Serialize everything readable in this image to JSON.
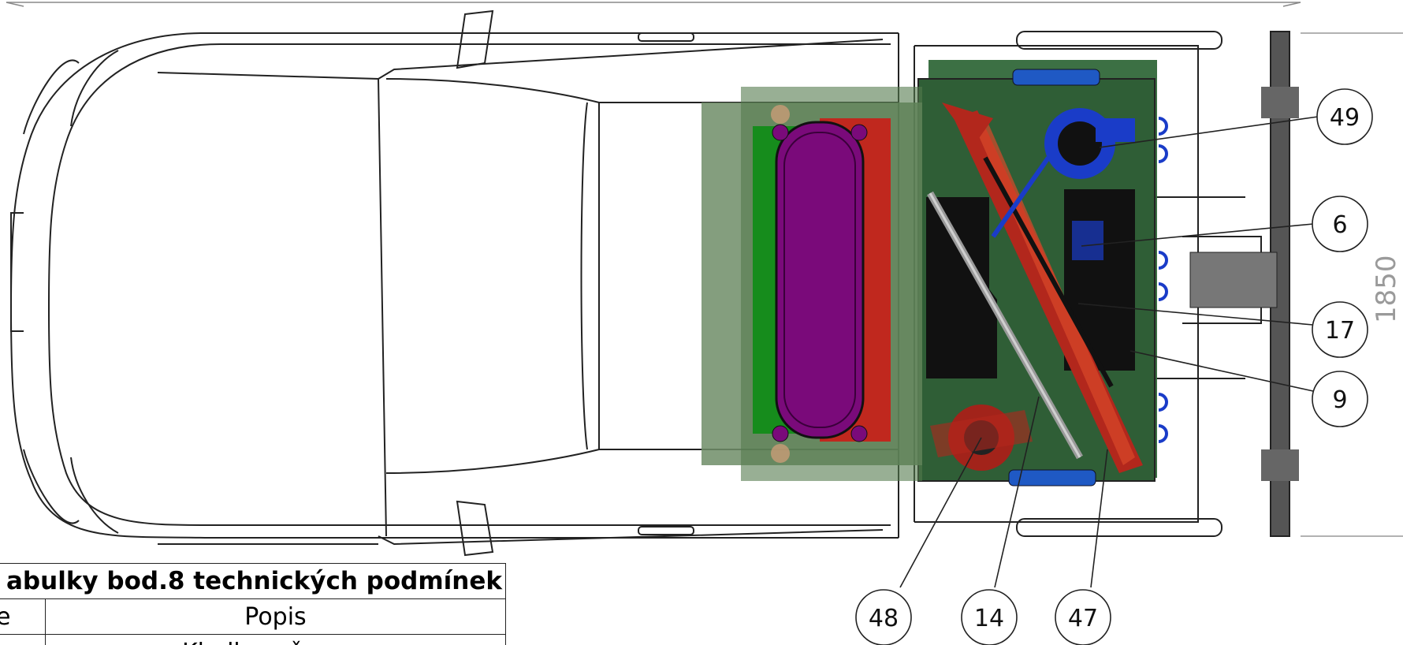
{
  "balloons": [
    {
      "id": "b49",
      "label": "49"
    },
    {
      "id": "b6",
      "label": "6"
    },
    {
      "id": "b17",
      "label": "17"
    },
    {
      "id": "b9",
      "label": "9"
    },
    {
      "id": "b48",
      "label": "48"
    },
    {
      "id": "b14",
      "label": "14"
    },
    {
      "id": "b47",
      "label": "47"
    }
  ],
  "dimension": {
    "value": "1850"
  },
  "table": {
    "title": "abulky bod.8 technických podmínek",
    "header_col1": "e",
    "header_col2": "Popis",
    "row1_col2": "Kladka s čepem"
  },
  "colors": {
    "bed": "#2e5e34",
    "accent_red": "#c0281e",
    "tank": "#7a0a7a",
    "blue": "#1a3cc8"
  }
}
